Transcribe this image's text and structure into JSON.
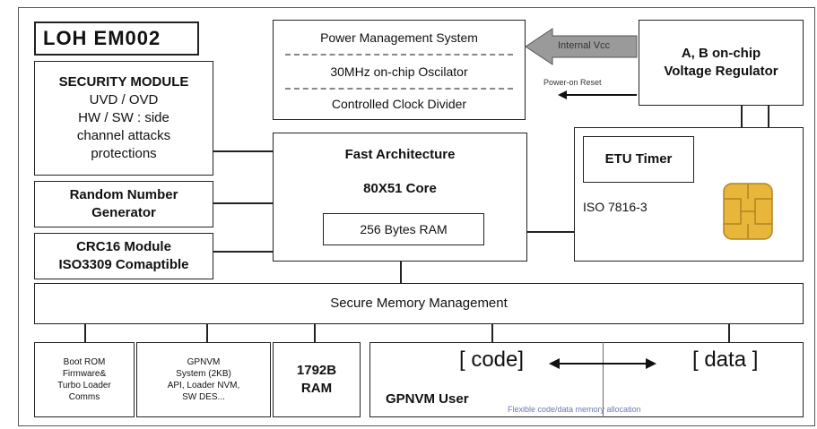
{
  "diagram": {
    "title": "LOH  EM002",
    "security_module": {
      "heading": "SECURITY MODULE",
      "lines": [
        "UVD / OVD",
        "HW / SW : side",
        "channel attacks",
        "protections"
      ]
    },
    "rng": {
      "lines": [
        "Random Number",
        "Generator"
      ]
    },
    "crc": {
      "lines": [
        "CRC16 Module",
        "ISO3309 Comaptible"
      ]
    },
    "power": {
      "pms": "Power Management System",
      "osc": "30MHz on-chip Oscilator",
      "clock": "Controlled Clock Divider"
    },
    "internal_vcc": "Internal Vcc",
    "power_on_reset": "Power-on Reset",
    "regulator": {
      "lines": [
        "A, B on-chip",
        "Voltage Regulator"
      ]
    },
    "fast_arch": {
      "title": "Fast Architecture",
      "core": "80X51 Core",
      "ram": "256 Bytes RAM"
    },
    "iso": {
      "etu": "ETU Timer",
      "label": "ISO 7816-3"
    },
    "smm": "Secure Memory Management",
    "boot_rom": {
      "lines": [
        "Boot ROM",
        "Firmware&",
        "Turbo Loader",
        "Comms"
      ]
    },
    "gpnvm_sys": {
      "lines": [
        "GPNVM",
        "System (2KB)",
        "API, Loader NVM,",
        "SW DES..."
      ]
    },
    "ram_1792": {
      "lines": [
        "1792B",
        "RAM"
      ]
    },
    "gpnvm_user": {
      "code": "[ code]",
      "data": "[ data ]",
      "label": "GPNVM User",
      "note": "Flexible code/data memory allocation"
    },
    "colors": {
      "chip_gold": "#e8b63a",
      "arrow_gray": "#9a9a9a",
      "dash_gray": "#888888"
    }
  }
}
